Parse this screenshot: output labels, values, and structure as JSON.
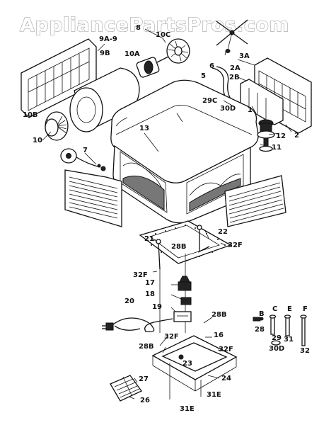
{
  "watermark": "AppliancePartsPros.com",
  "part_labels": {
    "l9a9": "9A-9",
    "l8": "8",
    "l10c": "10C",
    "l3a": "3A",
    "l9b": "9B",
    "l10a": "10A",
    "l6": "6",
    "l2a": "2A",
    "l5": "5",
    "l2b": "2B",
    "l29c": "29C",
    "l30d_top": "30D",
    "l1": "1",
    "l10b": "10B",
    "l13": "13",
    "l12": "12",
    "l2": "2",
    "l10": "10",
    "l11": "11",
    "l7": "7",
    "l21": "21",
    "l22": "22",
    "l28b_a": "28B",
    "l32f_a": "32F",
    "l32f_b": "32F",
    "l17": "17",
    "l18": "18",
    "l19": "19",
    "l20": "20",
    "l28b_b": "28B",
    "l16": "16",
    "l32f_c": "32F",
    "l32f_d": "32F",
    "l28b_c": "28B",
    "l23": "23",
    "l24": "24",
    "l27": "27",
    "l26": "26",
    "l31e_a": "31E",
    "l31e_b": "31E",
    "lb": "B",
    "lc": "C",
    "le": "E",
    "lf": "F",
    "l28": "28",
    "l29": "29",
    "l31": "31",
    "l32": "32",
    "l30d_bot": "30D"
  }
}
